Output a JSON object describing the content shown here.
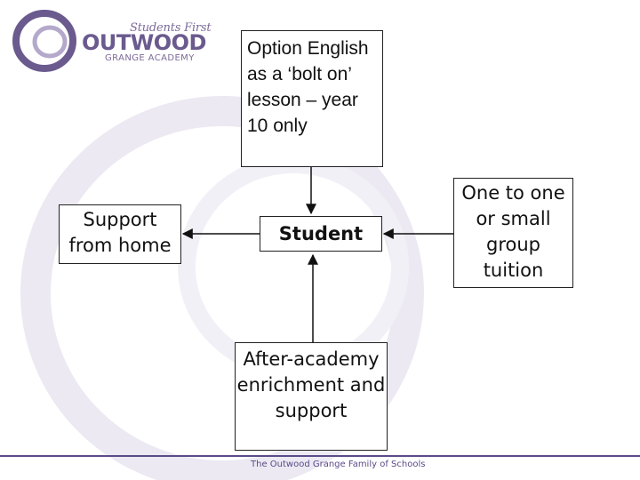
{
  "logo": {
    "tagline": "Students First",
    "name": "OUTWOOD",
    "subtitle": "GRANGE ACADEMY"
  },
  "diagram": {
    "center": "Student",
    "nodes": {
      "top": "Option English as a ‘bolt on’ lesson – year 10 only",
      "left": "Support from home",
      "right": "One to one or small group tuition",
      "bottom": "After-academy enrichment and support"
    }
  },
  "footer": {
    "text": "The Outwood Grange Family of Schools"
  },
  "colors": {
    "brand_purple": "#5b4a88",
    "watermark": "#ece9f3"
  }
}
